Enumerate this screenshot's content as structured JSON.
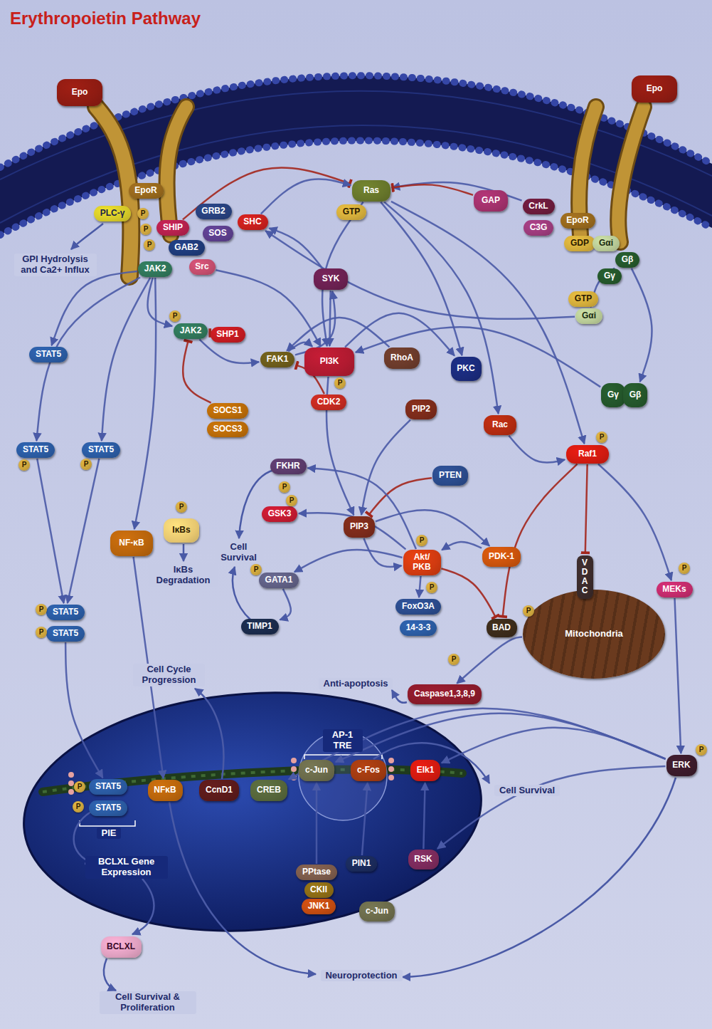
{
  "diagram": {
    "title": "Erythropoietin Pathway",
    "nodes": [
      {
        "text": [
          "Epo"
        ]
      },
      {
        "text": [
          "Epo"
        ]
      },
      {
        "text": [
          "EpoR"
        ]
      },
      {
        "text": [
          "P"
        ]
      },
      {
        "text": [
          "P"
        ]
      },
      {
        "text": [
          "P"
        ]
      },
      {
        "text": [
          "PLC-γ"
        ]
      },
      {
        "text": [
          "SHIP"
        ]
      },
      {
        "text": [
          "GRB2"
        ]
      },
      {
        "text": [
          "GAB2"
        ]
      },
      {
        "text": [
          "SOS"
        ]
      },
      {
        "text": [
          "SHC"
        ]
      },
      {
        "text": [
          "Ras"
        ]
      },
      {
        "text": [
          "GTP"
        ]
      },
      {
        "text": [
          "GAP"
        ]
      },
      {
        "text": [
          "CrkL"
        ]
      },
      {
        "text": [
          "C3G"
        ]
      },
      {
        "text": [
          "EpoR"
        ]
      },
      {
        "text": [
          "GDP"
        ]
      },
      {
        "text": [
          "Gαi"
        ]
      },
      {
        "text": [
          "Gβ"
        ]
      },
      {
        "text": [
          "Gγ"
        ]
      },
      {
        "text": [
          "JAK2"
        ]
      },
      {
        "text": [
          "Src"
        ]
      },
      {
        "text": [
          "SYK"
        ]
      },
      {
        "text": [
          "GTP"
        ]
      },
      {
        "text": [
          "Gαi"
        ]
      },
      {
        "text": [
          "JAK2"
        ]
      },
      {
        "text": [
          "P"
        ]
      },
      {
        "text": [
          "SHP1"
        ]
      },
      {
        "text": [
          "STAT5"
        ]
      },
      {
        "text": [
          "FAK1"
        ]
      },
      {
        "text": [
          "PI3K"
        ]
      },
      {
        "text": [
          "P"
        ]
      },
      {
        "text": [
          "RhoA"
        ]
      },
      {
        "text": [
          "PKC"
        ]
      },
      {
        "text": [
          "Gγ"
        ]
      },
      {
        "text": [
          "Gβ"
        ]
      },
      {
        "text": [
          "CDK2"
        ]
      },
      {
        "text": [
          "SOCS1"
        ]
      },
      {
        "text": [
          "SOCS3"
        ]
      },
      {
        "text": [
          "STAT5"
        ]
      },
      {
        "text": [
          "P"
        ]
      },
      {
        "text": [
          "STAT5"
        ]
      },
      {
        "text": [
          "P"
        ]
      },
      {
        "text": [
          "PIP2"
        ]
      },
      {
        "text": [
          "Rac"
        ]
      },
      {
        "text": [
          "Raf1"
        ]
      },
      {
        "text": [
          "P"
        ]
      },
      {
        "text": [
          "FKHR"
        ]
      },
      {
        "text": [
          "P"
        ]
      },
      {
        "text": [
          "PTEN"
        ]
      },
      {
        "text": [
          "P"
        ]
      },
      {
        "text": [
          "NF-κB"
        ]
      },
      {
        "text": [
          "IκBs"
        ]
      },
      {
        "text": [
          "GSK3"
        ]
      },
      {
        "text": [
          "P"
        ]
      },
      {
        "text": [
          "PIP3"
        ]
      },
      {
        "text": [
          "P"
        ]
      },
      {
        "text": [
          "Akt/ PKB"
        ]
      },
      {
        "text": [
          "PDK-1"
        ]
      },
      {
        "text": [
          "P"
        ]
      },
      {
        "text": [
          "GATA1"
        ]
      },
      {
        "text": [
          "MEKs"
        ]
      },
      {
        "text": [
          "P"
        ]
      },
      {
        "text": [
          "Mitochondria"
        ]
      },
      {
        "text": [
          "VDAC"
        ]
      },
      {
        "text": [
          "FoxO3A"
        ]
      },
      {
        "text": [
          "P"
        ]
      },
      {
        "text": [
          "14-3-3"
        ]
      },
      {
        "text": [
          "TIMP1"
        ]
      },
      {
        "text": [
          "BAD"
        ]
      },
      {
        "text": [
          "P"
        ]
      },
      {
        "text": [
          "STAT5"
        ]
      },
      {
        "text": [
          "P"
        ]
      },
      {
        "text": [
          "STAT5"
        ]
      },
      {
        "text": [
          "P"
        ]
      },
      {
        "text": [
          "P"
        ]
      },
      {
        "text": [
          "Caspase1,3,8,9"
        ]
      },
      {
        "text": [
          "ERK"
        ]
      },
      {
        "text": [
          "P"
        ]
      },
      {
        "text": [
          "P"
        ]
      },
      {
        "text": [
          "STAT5"
        ]
      },
      {
        "text": [
          "P"
        ]
      },
      {
        "text": [
          "STAT5"
        ]
      },
      {
        "text": [
          "NFκB"
        ]
      },
      {
        "text": [
          "CcnD1"
        ]
      },
      {
        "text": [
          "CREB"
        ]
      },
      {
        "text": [
          "c-Jun"
        ]
      },
      {
        "text": [
          "c-Fos"
        ]
      },
      {
        "text": [
          "Elk1"
        ]
      },
      {
        "text": [
          "PPtase"
        ]
      },
      {
        "text": [
          "PIN1"
        ]
      },
      {
        "text": [
          "RSK"
        ]
      },
      {
        "text": [
          "CKII"
        ]
      },
      {
        "text": [
          "JNK1"
        ]
      },
      {
        "text": [
          "c-Jun"
        ]
      },
      {
        "text": [
          "BCLXL"
        ]
      }
    ],
    "edges": [
      {
        "from": 22,
        "to": 27,
        "arrow": "to"
      },
      {
        "from": 22,
        "to": 30,
        "arrow": "to"
      },
      {
        "from": 22,
        "to": 41,
        "arrow": "to"
      },
      {
        "from": 22,
        "to": 43,
        "arrow": "to"
      },
      {
        "from": 22,
        "to": 53,
        "arrow": "to"
      },
      {
        "from": 27,
        "to": 31,
        "arrow": "to"
      },
      {
        "from": 29,
        "to": 27,
        "arrow": "to"
      },
      {
        "from": 39,
        "to": 27,
        "arrow": "to"
      },
      {
        "from": 7,
        "to": 12,
        "arrow": "to"
      },
      {
        "from": 11,
        "to": 12,
        "arrow": "to"
      },
      {
        "from": 15,
        "to": 12,
        "arrow": "to"
      },
      {
        "from": 14,
        "to": 12,
        "arrow": "to"
      },
      {
        "from": 12,
        "to": 32,
        "arrow": "to"
      },
      {
        "from": 12,
        "to": 35,
        "arrow": "to"
      },
      {
        "from": 12,
        "to": 47,
        "arrow": "to"
      },
      {
        "from": 12,
        "to": 46,
        "arrow": "to"
      },
      {
        "from": 24,
        "to": 11,
        "arrow": "to"
      },
      {
        "from": 24,
        "to": 32,
        "arrow": "to"
      },
      {
        "from": 23,
        "to": 32,
        "arrow": "to"
      },
      {
        "from": 31,
        "to": 32,
        "arrow": "to"
      },
      {
        "from": 31,
        "to": 24,
        "arrow": "to"
      },
      {
        "from": 38,
        "to": 31,
        "arrow": "to"
      },
      {
        "from": 34,
        "to": 31,
        "arrow": "to"
      },
      {
        "from": 32,
        "to": 35,
        "arrow": "to"
      },
      {
        "from": 32,
        "to": 57,
        "arrow": "to"
      },
      {
        "from": 45,
        "to": 57,
        "arrow": "to"
      },
      {
        "from": 51,
        "to": 57,
        "arrow": "to"
      },
      {
        "from": 57,
        "to": 60,
        "arrow": "to"
      },
      {
        "from": 57,
        "to": 59,
        "arrow": "to"
      },
      {
        "from": 60,
        "to": 59,
        "arrow": "to"
      },
      {
        "from": 59,
        "to": 49,
        "arrow": "to"
      },
      {
        "from": 59,
        "to": 55,
        "arrow": "to"
      },
      {
        "from": 59,
        "to": 62,
        "arrow": "to"
      },
      {
        "from": 59,
        "to": 67,
        "arrow": "to"
      },
      {
        "from": 59,
        "to": 71,
        "arrow": "to"
      },
      {
        "from": 46,
        "to": 47,
        "arrow": "to"
      },
      {
        "from": 47,
        "to": 63,
        "arrow": "to"
      },
      {
        "from": 47,
        "to": 71,
        "arrow": "to"
      },
      {
        "from": 47,
        "to": 66,
        "arrow": "to"
      },
      {
        "from": 63,
        "to": 79,
        "arrow": "to"
      },
      {
        "from": 41,
        "to": 73,
        "arrow": "to"
      },
      {
        "from": 43,
        "to": 73,
        "arrow": "to"
      },
      {
        "from": 75,
        "to": 82,
        "arrow": "to"
      },
      {
        "from": 53,
        "to": 85,
        "arrow": "to"
      },
      {
        "from": 79,
        "to": 93,
        "arrow": "to"
      },
      {
        "from": 79,
        "to": 90,
        "arrow": "to"
      },
      {
        "from": 79,
        "to": 87,
        "arrow": "to"
      },
      {
        "from": 79,
        "to": 88,
        "arrow": "to"
      },
      {
        "from": 93,
        "to": 90,
        "arrow": "to"
      },
      {
        "from": 92,
        "to": 89,
        "arrow": "to"
      },
      {
        "from": 91,
        "to": 88,
        "arrow": "to"
      },
      {
        "from": 65,
        "to": 78,
        "arrow": "to"
      },
      {
        "from": 62,
        "to": 70,
        "arrow": "to"
      },
      {
        "from": 26,
        "to": 11,
        "arrow": "to"
      },
      {
        "from": 20,
        "to": 26,
        "arrow": "to"
      },
      {
        "from": 20,
        "to": 37,
        "arrow": "to"
      },
      {
        "from": 36,
        "to": 32,
        "arrow": "to"
      }
    ],
    "labels": [
      "GPI Hydrolysis and Ca2+ Influx",
      "Cell Survival",
      "IκBs Degradation",
      "Cell Cycle Progression",
      "Anti-apoptosis",
      "Cell Survival",
      "AP-1 TRE",
      "PIE",
      "BCLXL Gene Expression",
      "Neuroprotection",
      "Cell Survival & Proliferation"
    ]
  }
}
